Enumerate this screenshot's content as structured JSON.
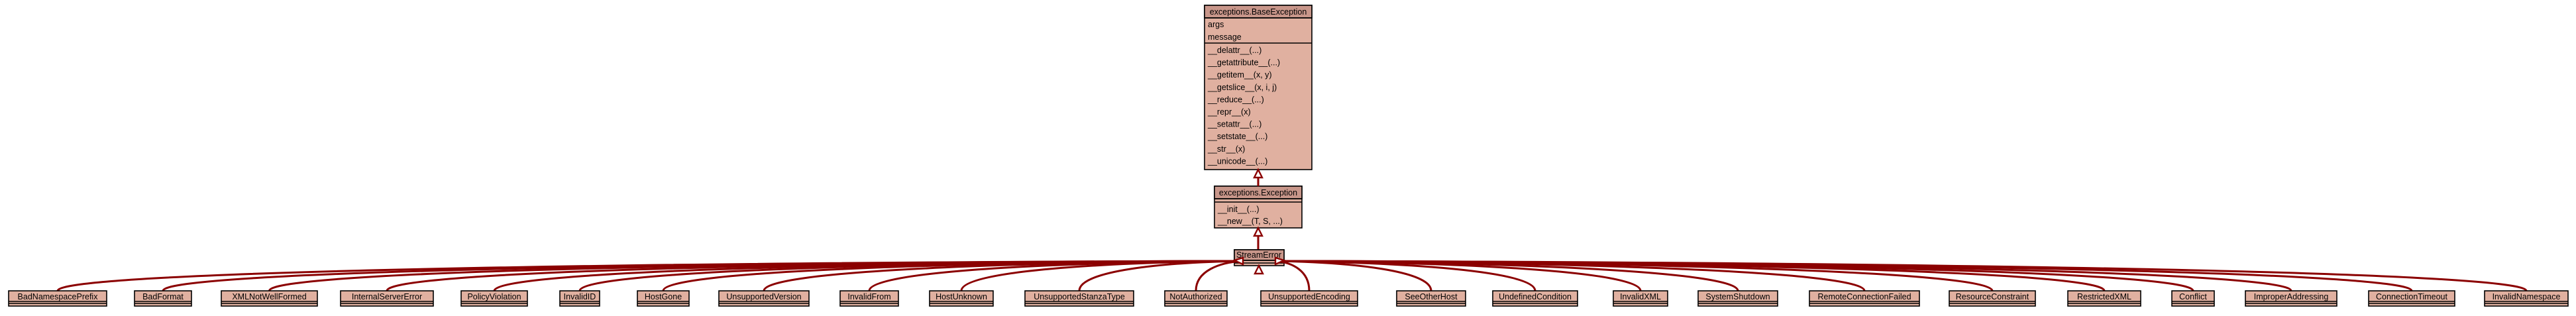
{
  "base_exception": {
    "title": "exceptions.BaseException",
    "attributes": [
      "args",
      "message"
    ],
    "methods": [
      "__delattr__(...)",
      "__getattribute__(...)",
      "__getitem__(x, y)",
      "__getslice__(x, i, j)",
      "__reduce__(...)",
      "__repr__(x)",
      "__setattr__(...)",
      "__setstate__(...)",
      "__str__(x)",
      "__unicode__(...)"
    ]
  },
  "exception": {
    "title": "exceptions.Exception",
    "methods": [
      "__init__(...)",
      "__new__(T, S, ...)"
    ]
  },
  "stream_error": {
    "title": "StreamError"
  },
  "subclasses": [
    "BadNamespacePrefix",
    "BadFormat",
    "XMLNotWellFormed",
    "InternalServerError",
    "PolicyViolation",
    "InvalidID",
    "HostGone",
    "UnsupportedVersion",
    "InvalidFrom",
    "HostUnknown",
    "UnsupportedStanzaType",
    "NotAuthorized",
    "UnsupportedEncoding",
    "SeeOtherHost",
    "UndefinedCondition",
    "InvalidXML",
    "SystemShutdown",
    "RemoteConnectionFailed",
    "ResourceConstraint",
    "RestrictedXML",
    "Conflict",
    "ImproperAddressing",
    "ConnectionTimeout",
    "InvalidNamespace"
  ],
  "colors": {
    "box_fill": "#e0b0a0",
    "header_fill": "#c8968a",
    "edge": "#8b0000",
    "border": "#000000"
  }
}
